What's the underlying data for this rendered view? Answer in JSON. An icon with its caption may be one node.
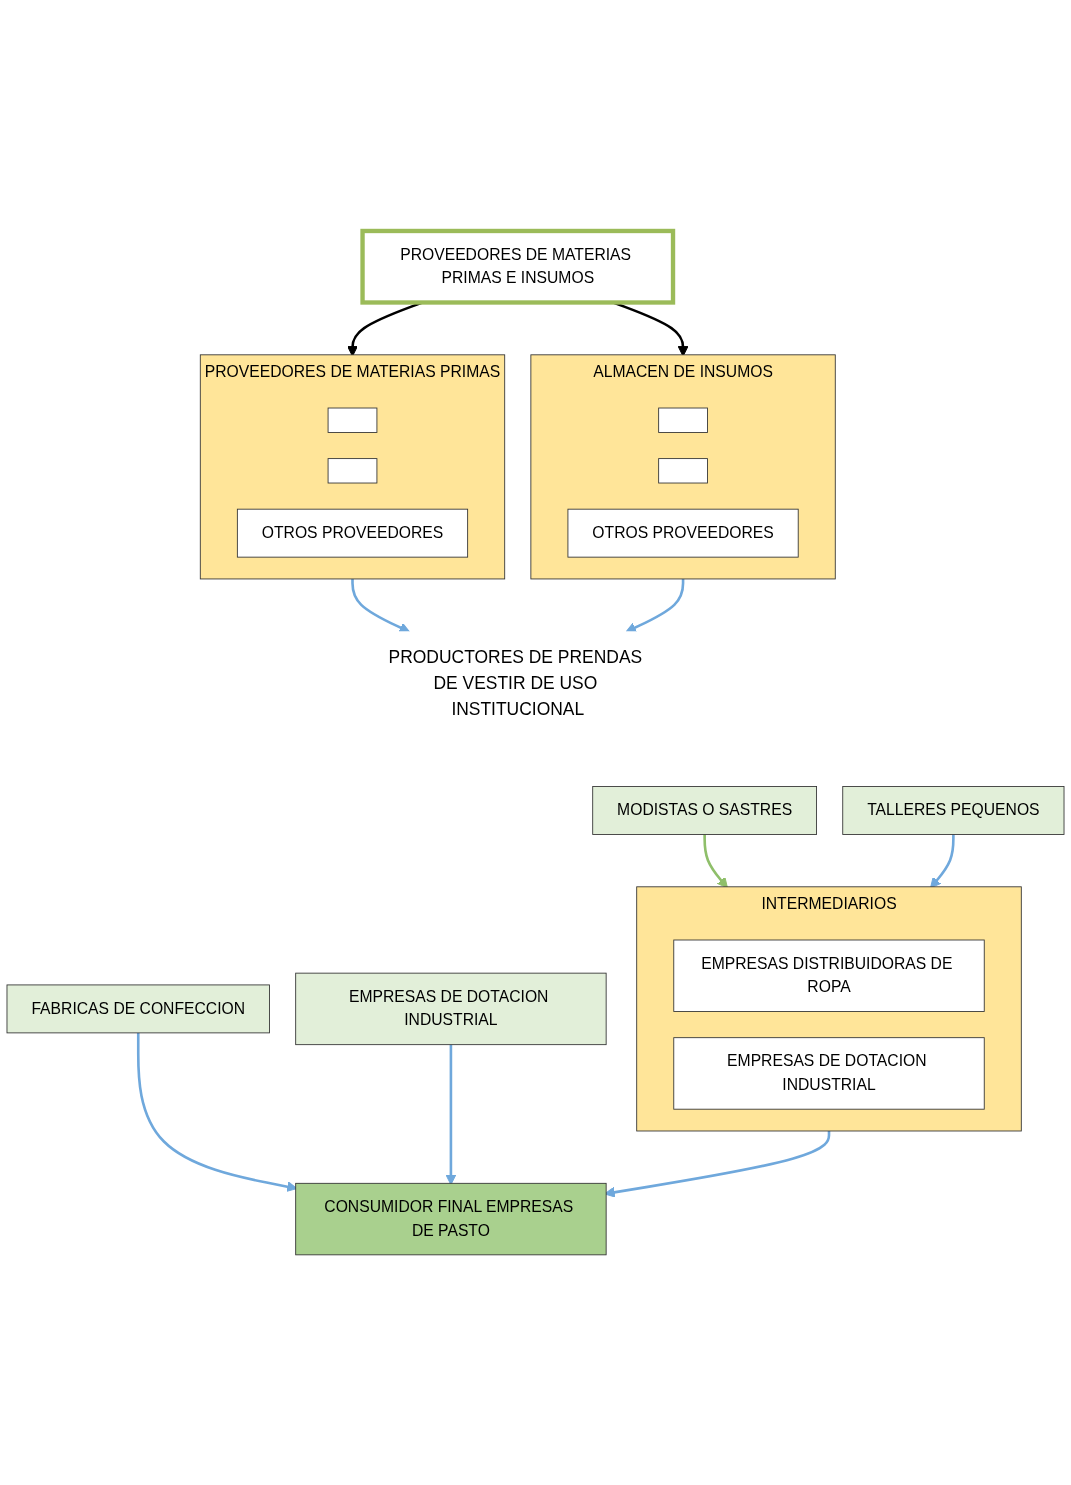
{
  "diagram": {
    "nodes": [
      {
        "text": [
          "PROVEEDORES DE MATERIAS PRIMAS E INSUMOS"
        ]
      },
      {
        "text": [
          "PROVEEDORES DE MATERIAS PRIMAS"
        ]
      },
      {
        "text": [],
        "shape": "box",
        "in": 1
      },
      {
        "text": [],
        "shape": "box",
        "in": 1
      },
      {
        "text": [
          "OTROS PROVEEDORES"
        ],
        "in": 1
      },
      {
        "text": [
          "ALMACEN DE INSUMOS"
        ]
      },
      {
        "text": [],
        "shape": "box",
        "in": 5
      },
      {
        "text": [],
        "shape": "box",
        "in": 5
      },
      {
        "text": [
          "OTROS PROVEEDORES"
        ],
        "in": 5
      },
      {
        "text": [
          "PRODUCTORES DE PRENDAS DE VESTIR DE USO INSTITUCIONAL"
        ]
      },
      {
        "text": [
          "MODISTAS O SASTRES"
        ]
      },
      {
        "text": [
          "TALLERES PEQUENOS"
        ]
      },
      {
        "text": [
          "FABRICAS DE CONFECCION"
        ]
      },
      {
        "text": [
          "EMPRESAS DE DOTACION INDUSTRIAL"
        ]
      },
      {
        "text": [
          "INTERMEDIARIOS"
        ]
      },
      {
        "text": [
          "EMPRESAS DISTRIBUIDORAS DE ROPA"
        ],
        "in": 14
      },
      {
        "text": [
          "EMPRESAS DE DOTACION INDUSTRIAL"
        ],
        "in": 14
      },
      {
        "text": [
          "CONSUMIDOR FINAL EMPRESAS DE PASTO"
        ]
      }
    ],
    "edges": [
      {
        "from": 0,
        "to": 1,
        "arrow": "to",
        "color": "#000000"
      },
      {
        "from": 0,
        "to": 5,
        "arrow": "to",
        "color": "#000000"
      },
      {
        "from": 1,
        "to": 9,
        "arrow": "to",
        "color": "#6fa8dc"
      },
      {
        "from": 5,
        "to": 9,
        "arrow": "to",
        "color": "#6fa8dc"
      },
      {
        "from": 10,
        "to": 14,
        "arrow": "to",
        "color": "#8fbf6a"
      },
      {
        "from": 11,
        "to": 14,
        "arrow": "to",
        "color": "#6fa8dc"
      },
      {
        "from": 12,
        "to": 17,
        "arrow": "to",
        "color": "#6fa8dc"
      },
      {
        "from": 13,
        "to": 17,
        "arrow": "to",
        "color": "#6fa8dc"
      },
      {
        "from": 14,
        "to": 17,
        "arrow": "to",
        "color": "#6fa8dc"
      }
    ]
  }
}
